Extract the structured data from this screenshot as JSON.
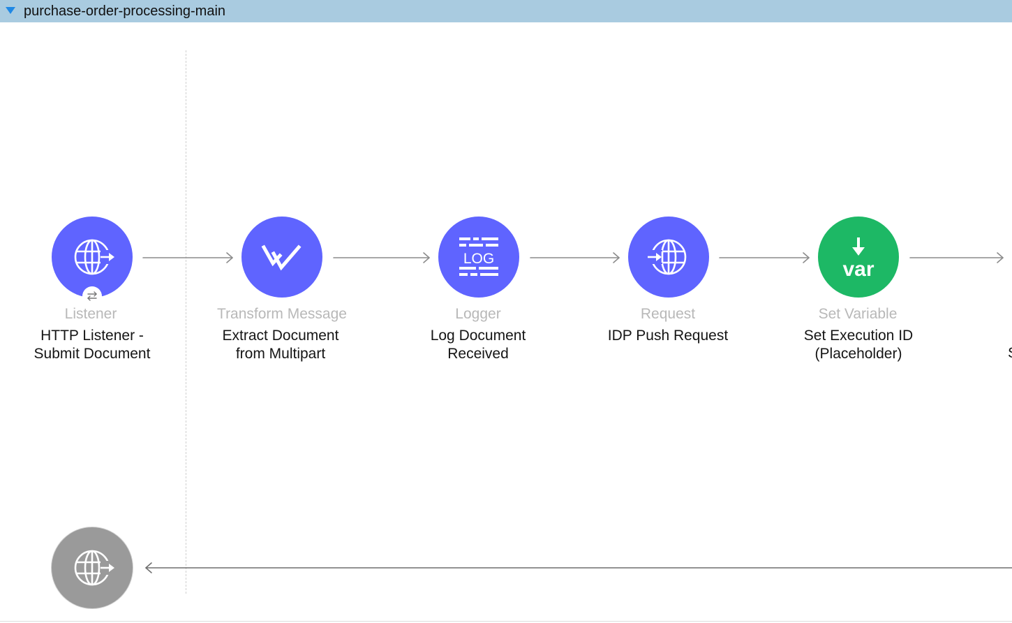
{
  "flow": {
    "name": "purchase-order-processing-main",
    "theme": {
      "header_bg": "#a9cbe0",
      "toggle_color": "#1f88e5",
      "connector": "#8c8c8c"
    }
  },
  "processors": [
    {
      "type": "Listener",
      "name_lines": [
        "HTTP Listener -",
        "Submit Document"
      ],
      "color": "#5f64ff",
      "icon": "http-listener-globe-icon"
    },
    {
      "type": "Transform Message",
      "name_lines": [
        "Extract Document",
        "from Multipart"
      ],
      "color": "#5f64ff",
      "icon": "transform-message-icon"
    },
    {
      "type": "Logger",
      "name_lines": [
        "Log Document",
        "Received"
      ],
      "color": "#5f64ff",
      "icon": "logger-icon",
      "icon_text": "LOG"
    },
    {
      "type": "Request",
      "name_lines": [
        "IDP Push Request"
      ],
      "color": "#5f64ff",
      "icon": "http-request-globe-icon"
    },
    {
      "type": "Set Variable",
      "name_lines": [
        "Set Execution ID",
        "(Placeholder)"
      ],
      "color": "#1db865",
      "icon": "set-variable-icon",
      "icon_text": "var"
    }
  ],
  "response_node": {
    "color": "#9a9a9a",
    "icon": "http-response-globe-icon"
  },
  "clipped_next_label": "S"
}
